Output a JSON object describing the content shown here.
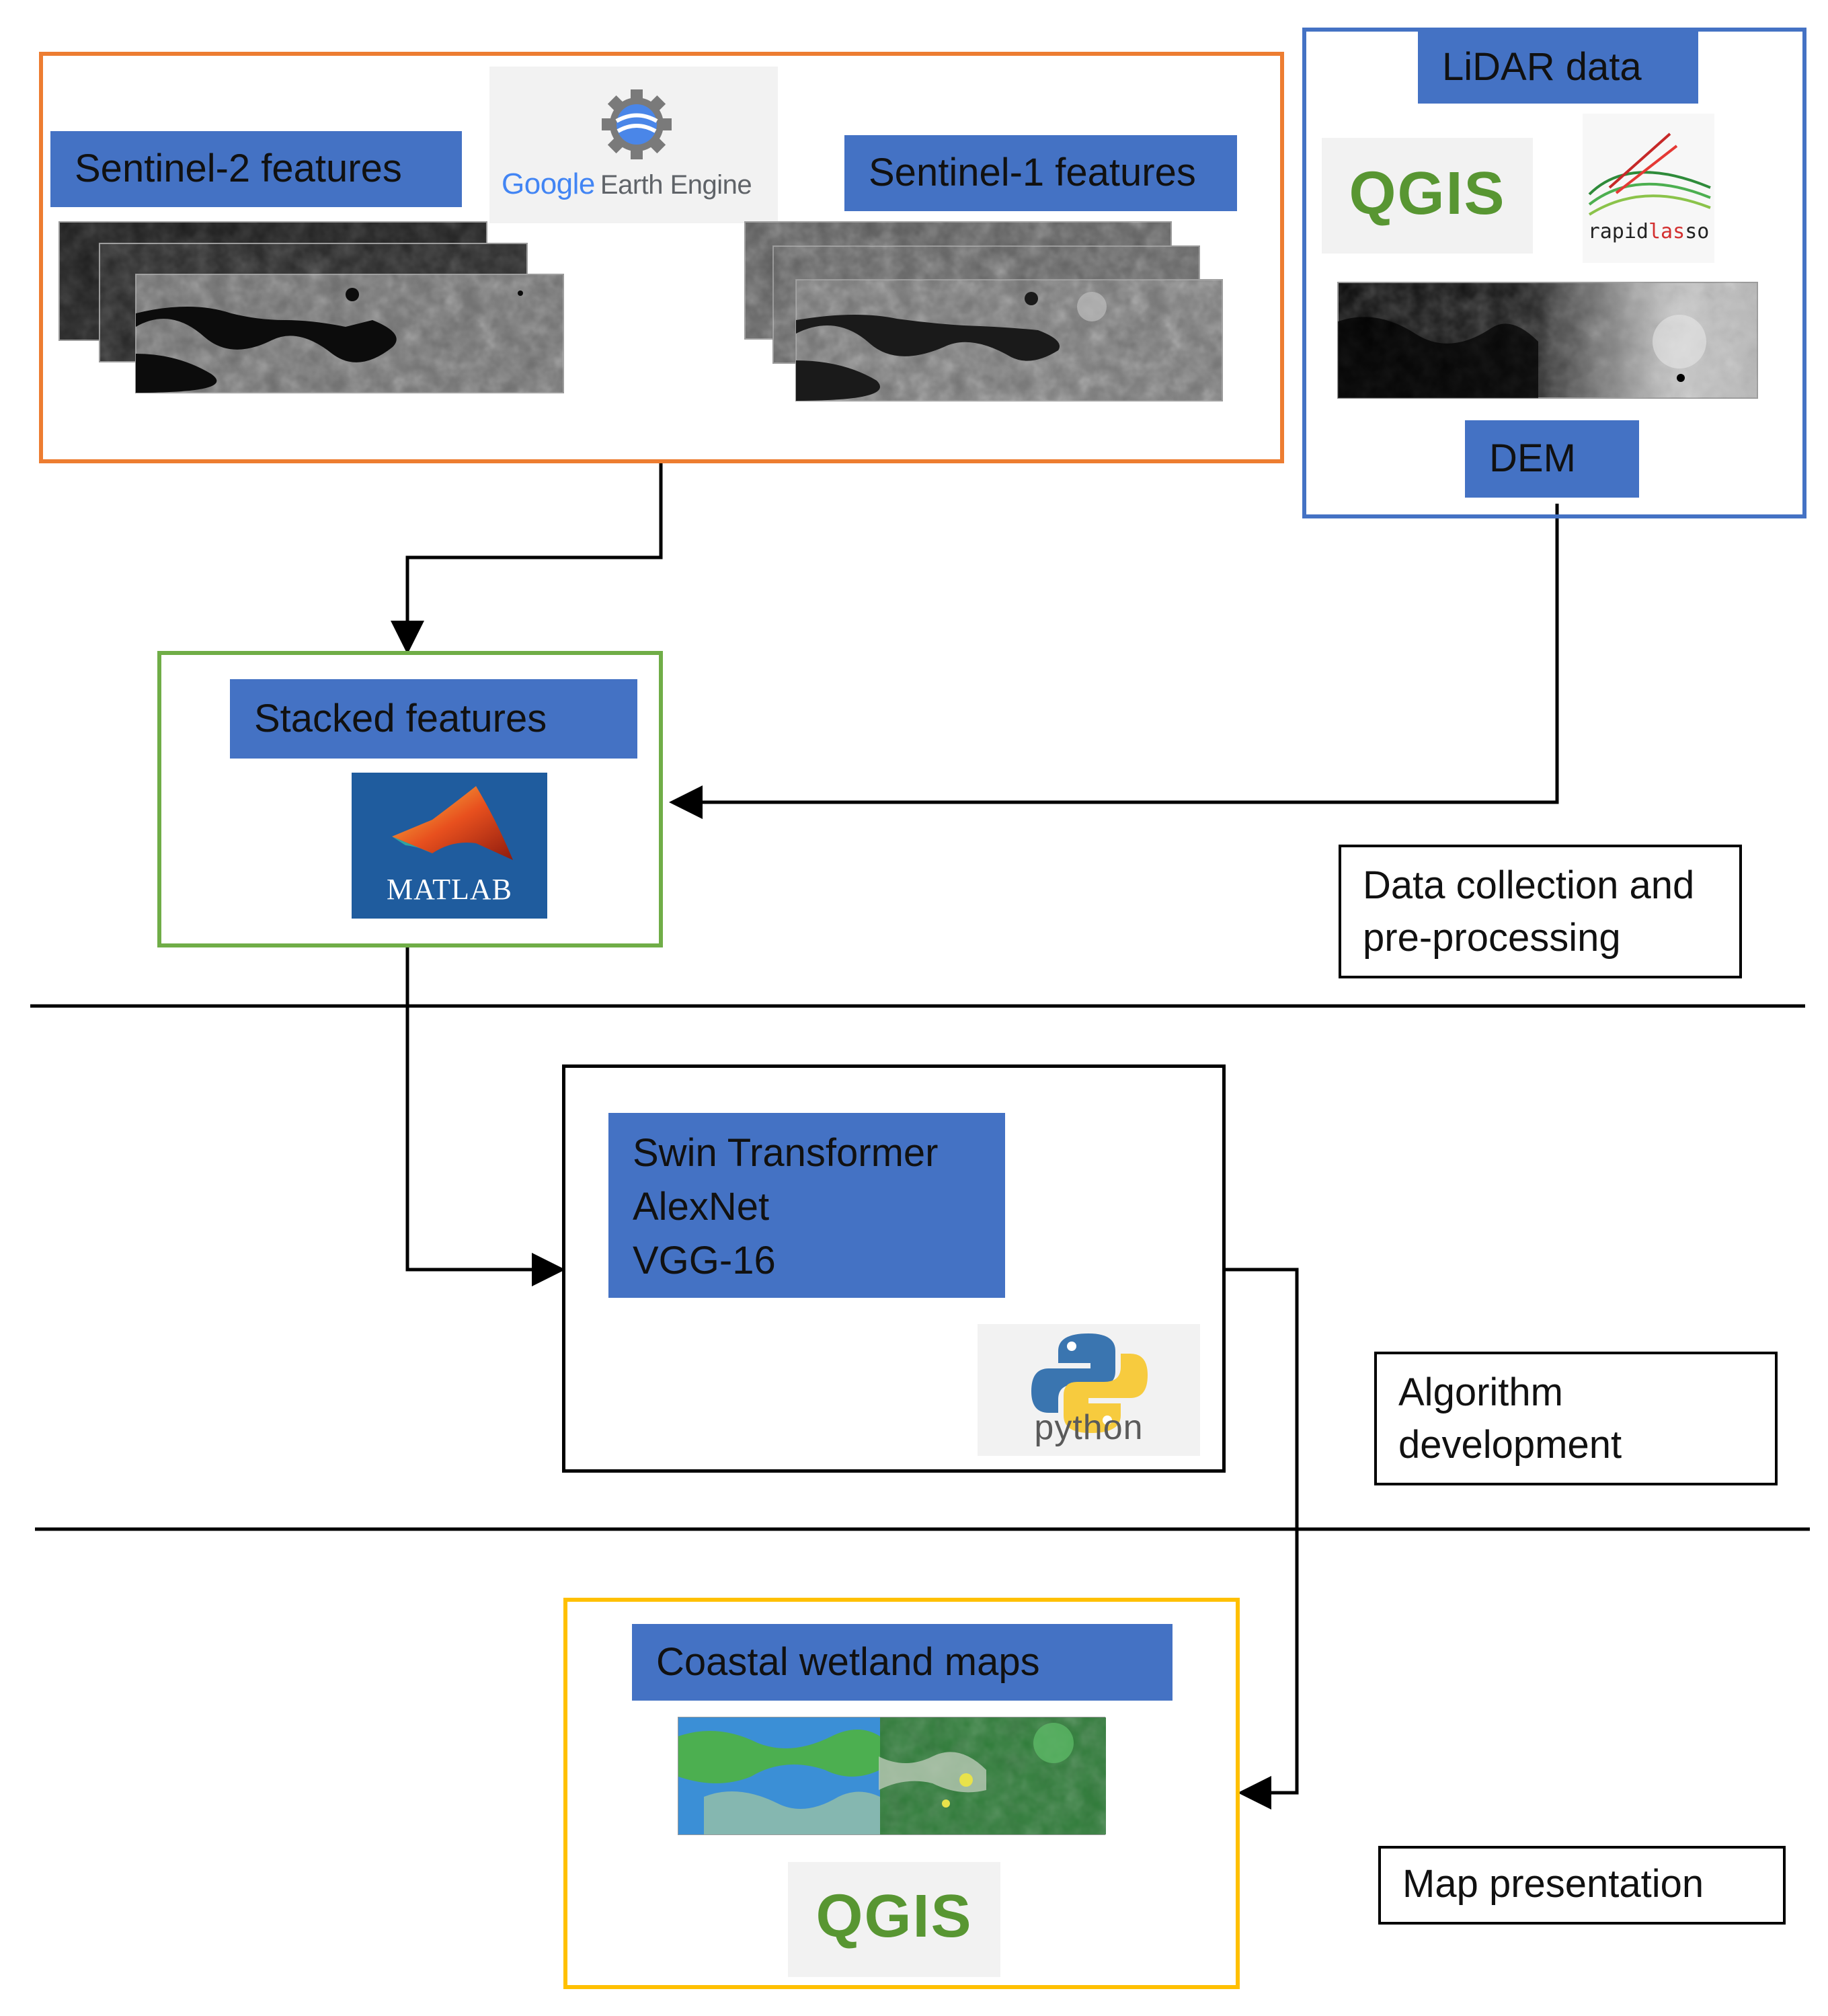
{
  "data_collection": {
    "sentinel2_label": "Sentinel-2 features",
    "sentinel1_label": "Sentinel-1 features",
    "gee_logo": {
      "google": "Google",
      "rest": "Earth Engine"
    },
    "lidar_label": "LiDAR data",
    "qgis_logo": "QGIS",
    "rapidlasso_logo": {
      "part1": "rapid",
      "part2": "las",
      "part3": "so"
    },
    "dem_label": "DEM",
    "stacked_label": "Stacked features",
    "matlab_logo": "MATLAB"
  },
  "algorithm": {
    "models": [
      "Swin Transformer",
      "AlexNet",
      "VGG-16"
    ],
    "python_logo": "python"
  },
  "map_presentation": {
    "maps_label": "Coastal wetland maps",
    "qgis_logo": "QGIS"
  },
  "stages": [
    [
      "Data collection and",
      "pre-processing"
    ],
    [
      "Algorithm",
      "development"
    ],
    [
      "Map presentation"
    ]
  ],
  "colors": {
    "label_fill": "#4472c4",
    "sentinel_frame": "#ed7d31",
    "lidar_frame": "#4472c4",
    "stack_frame": "#70ad47",
    "maps_frame": "#ffc000",
    "qgis_green": "#589632"
  }
}
